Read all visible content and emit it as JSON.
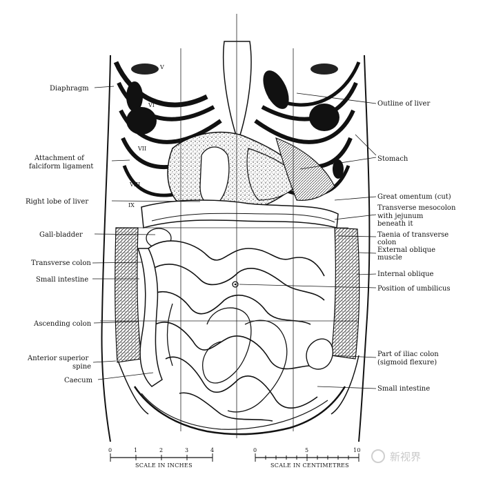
{
  "labels_left": [
    "Diaphragm",
    "Attachment of",
    "falciform ligament",
    "Right lobe of liver",
    "Gall-bladder",
    "Transverse colon",
    "Small intestine",
    "Ascending colon",
    "Anterior superior",
    "spine",
    "Caecum"
  ],
  "labels_right": [
    "Outline of liver",
    "Stomach",
    "Great omentum (cut)",
    "Transverse mesocolon",
    "with jejunum",
    "beneath it",
    "Taenia of transverse",
    "colon",
    "External oblique",
    "muscle",
    "Internal oblique",
    "Position of umbilicus",
    "Part of iliac colon",
    "(sigmoid flexure)",
    "Small intestine"
  ],
  "rib_numerals": [
    "V",
    "VI",
    "VII",
    "VIII",
    "IX"
  ],
  "scale_inches": {
    "caption": "SCALE IN INCHES",
    "ticks": [
      "0",
      "1",
      "2",
      "3",
      "4"
    ]
  },
  "scale_cm": {
    "caption": "SCALE IN CENTIMETRES",
    "ticks": [
      "0",
      "5",
      "10"
    ]
  },
  "watermark": "新视界"
}
